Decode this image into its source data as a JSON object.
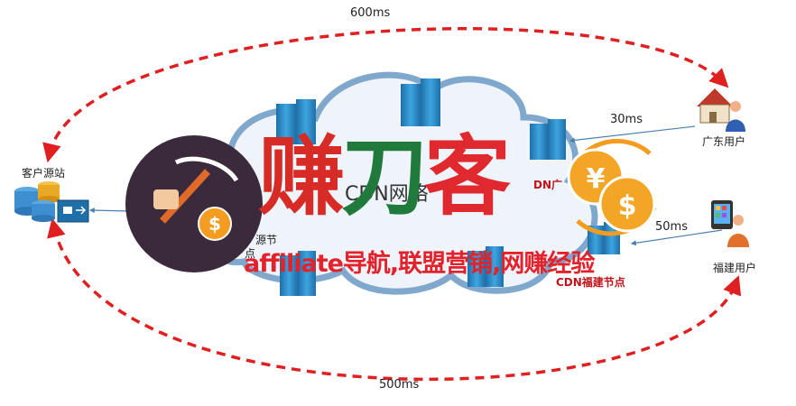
{
  "latencies": {
    "top": "600ms",
    "bottom": "500ms",
    "guangdong": "30ms",
    "fujian": "50ms"
  },
  "nodes": {
    "origin_label": "客户源站",
    "guangdong_user": "广东用户",
    "fujian_user": "福建用户",
    "fujian_node": "CDN福建节点",
    "guangdong_node_partial": "DN广",
    "origin_node_partial_1": "源节",
    "origin_node_partial_2": "点"
  },
  "network_title": "CDN网络",
  "watermark": {
    "brand_1": "赚",
    "brand_2": "刀",
    "brand_3": "客",
    "tagline": "affiliate导航,联盟营销,网赚经验"
  },
  "colors": {
    "dashed_arc": "#e02020",
    "cloud": "#7fa8cc",
    "server": "#2f8fd0",
    "logo_bg": "#3b2a3b",
    "coin": "#f39c1f"
  }
}
